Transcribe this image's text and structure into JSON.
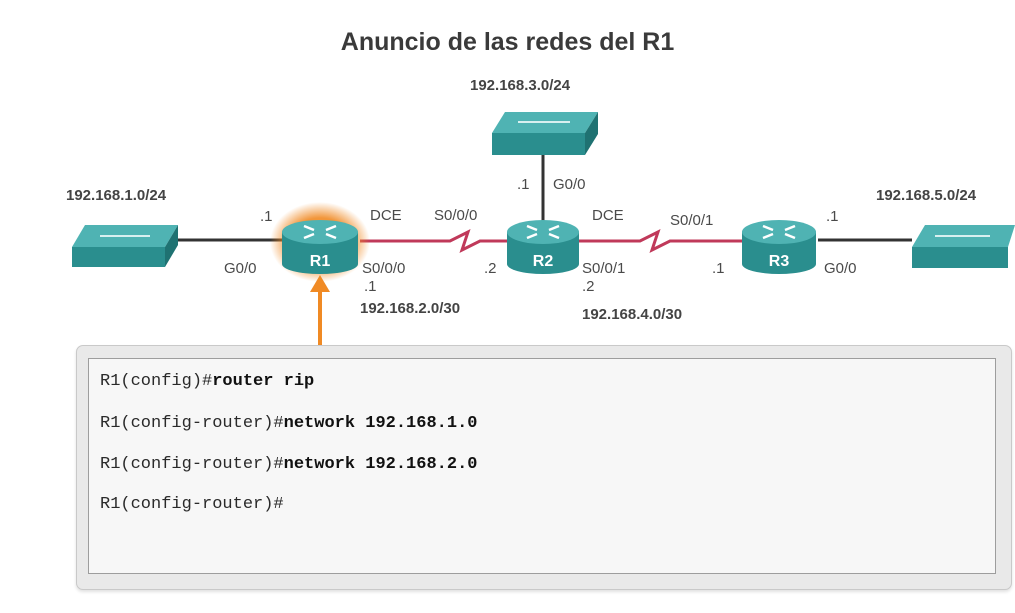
{
  "diagram": {
    "title": "Anuncio de las redes del R1",
    "networks": {
      "lan_r1": "192.168.1.0/24",
      "lan_r2": "192.168.3.0/24",
      "lan_r3": "192.168.5.0/24",
      "link_r1_r2": "192.168.2.0/30",
      "link_r2_r3": "192.168.4.0/30"
    },
    "routers": {
      "r1": "R1",
      "r2": "R2",
      "r3": "R3"
    },
    "interfaces": {
      "r1_g00": "G0/0",
      "r1_g00_ip": ".1",
      "r1_dce": "DCE",
      "r1_s000": "S0/0/0",
      "r1_s000_ip": ".1",
      "r2_s000_top": "S0/0/0",
      "r2_s000_ip": ".2",
      "r2_g00": "G0/0",
      "r2_g00_ip": ".1",
      "r2_dce": "DCE",
      "r2_s001": "S0/0/1",
      "r2_s001_ip": ".2",
      "r3_s001": "S0/0/1",
      "r3_s001_ip": ".1",
      "r3_g00": "G0/0",
      "r3_g00_ip": ".1"
    },
    "colors": {
      "device": "#2a8e8e",
      "device_light": "#4fb3b3",
      "serial_link": "#c0395a",
      "ethernet_link": "#333333",
      "highlight": "#f08a24"
    }
  },
  "cli": {
    "lines": [
      {
        "prompt": "R1(config)#",
        "command": "router rip"
      },
      {
        "prompt": "R1(config-router)#",
        "command": "network 192.168.1.0"
      },
      {
        "prompt": "R1(config-router)#",
        "command": "network 192.168.2.0"
      },
      {
        "prompt": "R1(config-router)#",
        "command": ""
      }
    ]
  }
}
